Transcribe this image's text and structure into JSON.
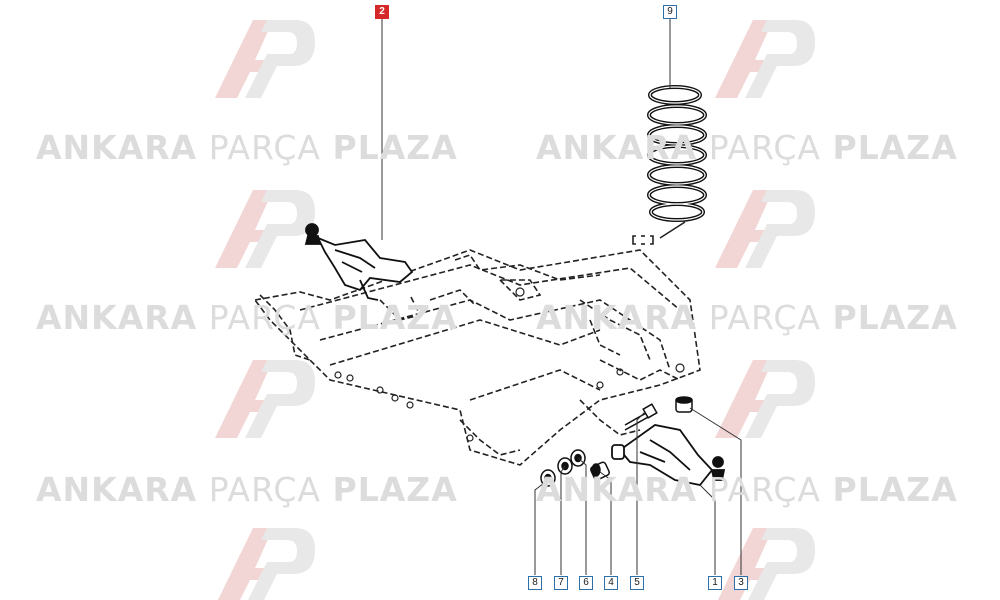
{
  "watermark": {
    "word1": "ANKARA",
    "word2": "PARÇA",
    "word3": "PLAZA",
    "logo_colors": [
      "#e8b3b3",
      "#d6d6d6"
    ]
  },
  "part_labels": [
    {
      "id": "2",
      "highlighted": true
    },
    {
      "id": "9",
      "highlighted": false
    },
    {
      "id": "8",
      "highlighted": false
    },
    {
      "id": "7",
      "highlighted": false
    },
    {
      "id": "6",
      "highlighted": false
    },
    {
      "id": "4",
      "highlighted": false
    },
    {
      "id": "5",
      "highlighted": false
    },
    {
      "id": "1",
      "highlighted": false
    },
    {
      "id": "3",
      "highlighted": false
    }
  ],
  "colors": {
    "highlight": "#d62828",
    "label_border": "#2d6fa6",
    "line": "#222222"
  }
}
